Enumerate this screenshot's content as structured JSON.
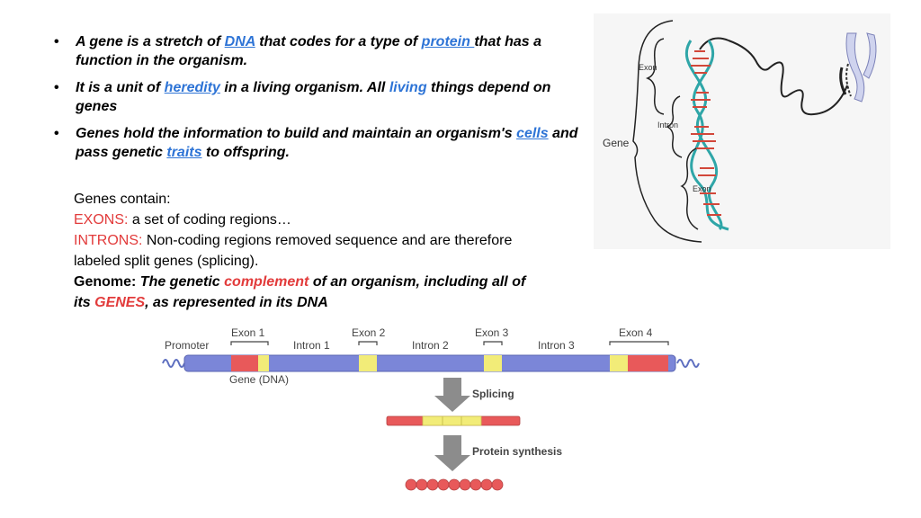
{
  "bullets": [
    {
      "pre": "A gene is a stretch of ",
      "link1": "DNA",
      "mid": " that codes for a type of ",
      "link2": "protein ",
      "post": "that has a function in the organism."
    },
    {
      "pre": "It is a unit of ",
      "link1": "heredity",
      "mid": " in a living organism. All ",
      "word": "living",
      "post": " things depend on genes"
    },
    {
      "pre": "Genes hold the information to build and maintain an organism's ",
      "link1": "cells",
      "mid": " and pass genetic ",
      "link2": "traits",
      "post": " to offspring."
    }
  ],
  "genes": {
    "intro": "Genes contain:",
    "exons_label": "EXONS:",
    "exons_text": " a set of coding regions…",
    "introns_label": "INTRONS:",
    "introns_text": " Non-coding regions removed sequence and are therefore labeled split genes (splicing).",
    "genome_label": "Genome:",
    "genome_text1": " The genetic ",
    "genome_red1": "complement",
    "genome_text2": " of an organism, including all of its ",
    "genome_red2": "GENES",
    "genome_text3": ", as represented in its DNA"
  },
  "dna_figure": {
    "exon_top": "Exon",
    "intron": "Intron",
    "exon_bottom": "Exon",
    "gene": "Gene"
  },
  "gene_figure": {
    "promoter": "Promoter",
    "exon1": "Exon 1",
    "intron1": "Intron 1",
    "exon2": "Exon 2",
    "intron2": "Intron 2",
    "exon3": "Exon 3",
    "intron3": "Intron 3",
    "exon4": "Exon 4",
    "gene_dna": "Gene (DNA)",
    "splicing": "Splicing",
    "protein_synthesis": "Protein synthesis"
  },
  "colors": {
    "link": "#2e74d6",
    "highlight_red": "#e23b3b",
    "strand_blue": "#7b86d8",
    "exon_yellow": "#f2ec78",
    "exon_red": "#e8595a",
    "arrow_gray": "#8c8c8c"
  }
}
